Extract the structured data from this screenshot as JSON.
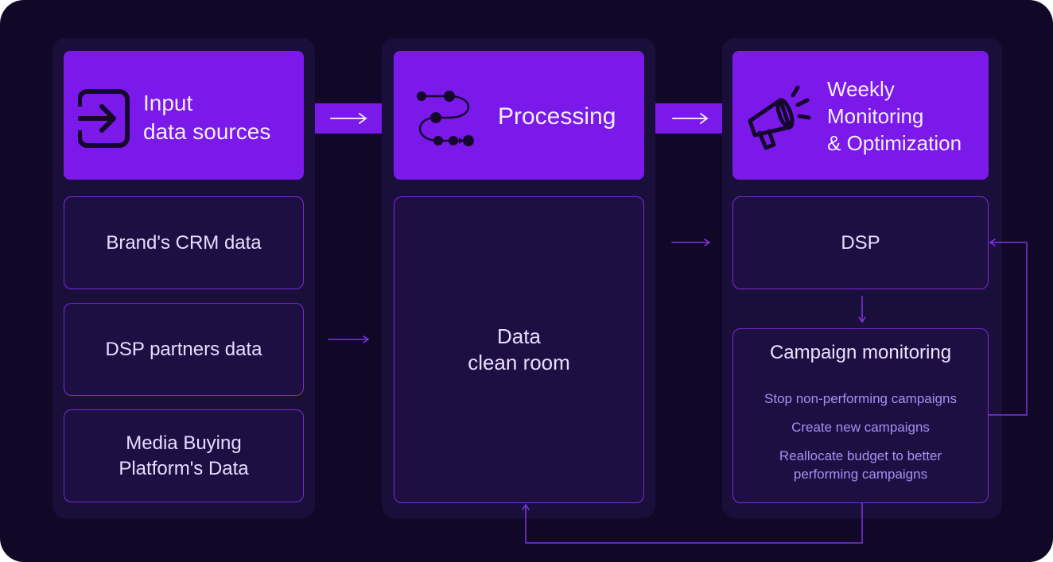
{
  "columns": {
    "input": {
      "title": "Input\ndata sources",
      "items": [
        "Brand's CRM data",
        "DSP partners data",
        "Media Buying\nPlatform's Data"
      ]
    },
    "processing": {
      "title": "Processing",
      "card": "Data\nclean room"
    },
    "monitoring": {
      "title": "Weekly\nMonitoring\n& Optimization",
      "dsp": "DSP",
      "campaign": {
        "title": "Campaign monitoring",
        "items": [
          "Stop non-performing campaigns",
          "Create new campaigns",
          "Reallocate budget to better\nperforming campaigns"
        ]
      }
    }
  },
  "icons": {
    "input": "sign-in-icon",
    "processing": "flow-nodes-icon",
    "monitoring": "megaphone-icon"
  },
  "colors": {
    "background": "#110827",
    "column": "#1a0e3a",
    "accent": "#7a19ea",
    "card_border": "#7a2bd6",
    "muted_text": "#a88ef0"
  }
}
